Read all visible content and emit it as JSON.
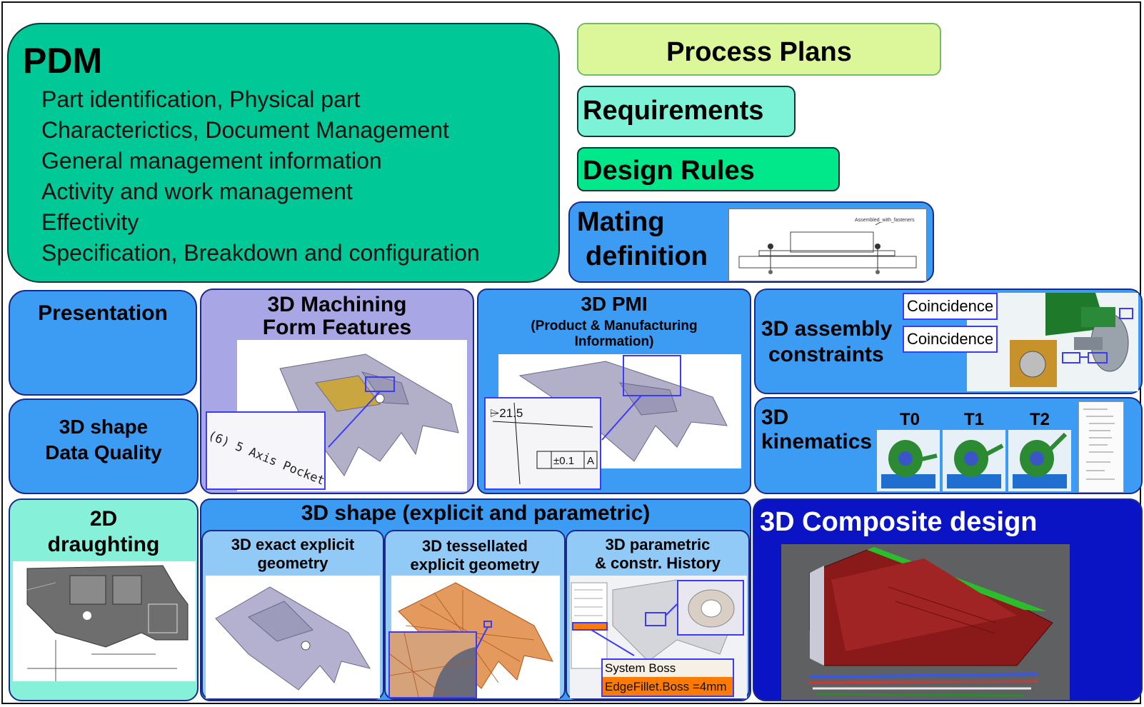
{
  "pdm": {
    "title": "PDM",
    "items": [
      "Part identification, Physical part",
      "Characterictics, Document Management",
      "General management information",
      "Activity and work management",
      "Effectivity",
      "Specification, Breakdown and configuration"
    ]
  },
  "process_plans": "Process Plans",
  "requirements": "Requirements",
  "design_rules": "Design Rules",
  "mating": {
    "line1": "Mating",
    "line2": "definition",
    "img_label": "Assembled_with_fasteners"
  },
  "presentation": "Presentation",
  "shape_quality": {
    "line1": "3D shape",
    "line2": "Data Quality"
  },
  "machining": {
    "line1": "3D Machining",
    "line2": "Form Features",
    "callout": "(6) 5 Axis Pocket"
  },
  "pmi": {
    "title": "3D PMI",
    "sub1": "(Product & Manufacturing",
    "sub2": "Information)",
    "dim": "⌲21.5",
    "tol": "±0.1",
    "tol_ref": "A"
  },
  "assembly": {
    "line1": "3D assembly",
    "line2": "constraints",
    "c1": "Coincidence",
    "c2": "Coincidence"
  },
  "kinematics": {
    "line1": "3D",
    "line2": "kinematics",
    "t0": "T0",
    "t1": "T1",
    "t2": "T2"
  },
  "draughting": {
    "line1": "2D",
    "line2": "draughting"
  },
  "shape": {
    "title": "3D shape (explicit and parametric)",
    "exact": {
      "line1": "3D exact explicit",
      "line2": "geometry"
    },
    "tess": {
      "line1": "3D tessellated",
      "line2": "explicit geometry"
    },
    "param": {
      "line1": "3D parametric",
      "line2": "& constr. History",
      "boss": "System Boss",
      "fillet": "EdgeFillet.Boss =4mm"
    }
  },
  "composite": "3D Composite design",
  "colors": {
    "pdm_green": "#00c896",
    "process_plans": "#dcf79a",
    "requirements": "#7cf2d6",
    "design_rules": "#00e88a",
    "blue": "#3c9cf4",
    "lavender": "#a9a6e6",
    "light_blue": "#92caf7",
    "mint": "#86f0d9",
    "navy": "#0a14c4",
    "highlight": "#ff7a00"
  }
}
